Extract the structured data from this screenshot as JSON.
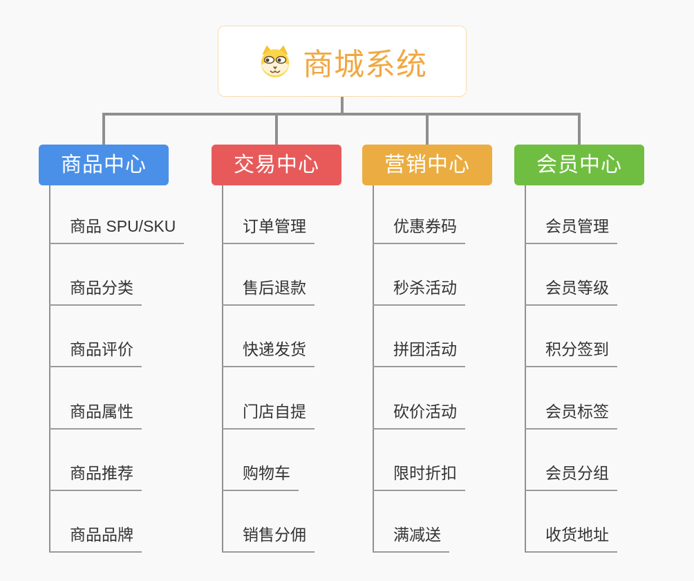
{
  "background_color": "#F9F9F9",
  "connector_color": "#8F8F8F",
  "root": {
    "title": "商城系统",
    "icon": "dog-face-icon",
    "text_color": "#F0A843",
    "border_color": "#F2B85C"
  },
  "columns": [
    {
      "label": "商品中心",
      "color": "#4A90E8",
      "items": [
        "商品 SPU/SKU",
        "商品分类",
        "商品评价",
        "商品属性",
        "商品推荐",
        "商品品牌"
      ]
    },
    {
      "label": "交易中心",
      "color": "#E85A5A",
      "items": [
        "订单管理",
        "售后退款",
        "快递发货",
        "门店自提",
        "购物车",
        "销售分佣"
      ]
    },
    {
      "label": "营销中心",
      "color": "#EBAD42",
      "items": [
        "优惠券码",
        "秒杀活动",
        "拼团活动",
        "砍价活动",
        "限时折扣",
        "满减送"
      ]
    },
    {
      "label": "会员中心",
      "color": "#70BE41",
      "items": [
        "会员管理",
        "会员等级",
        "积分签到",
        "会员标签",
        "会员分组",
        "收货地址"
      ]
    }
  ]
}
